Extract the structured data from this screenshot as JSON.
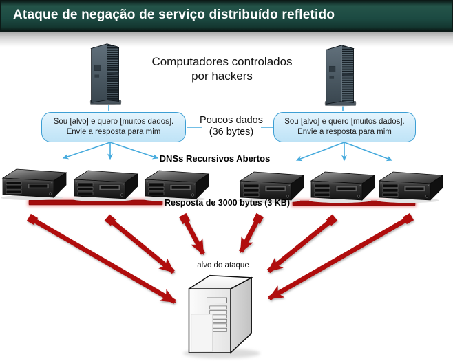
{
  "header": {
    "title": "Ataque de negação de serviço distribuído refletido"
  },
  "hackers_label": {
    "line1": "Computadores controlados",
    "line2": "por hackers"
  },
  "request_bubble": {
    "line1": "Sou [alvo] e quero [muitos dados].",
    "line2": "Envie a resposta para mim"
  },
  "small_data_label": {
    "line1": "Poucos dados",
    "line2": "(36 bytes)"
  },
  "dns_label": "DNSs Recursivos Abertos",
  "response_label": "Resposta de 3000 bytes (3 KB)",
  "target_label": "alvo do ataque",
  "icons": {
    "hacker_computer": "tower-server-icon",
    "dns_server": "rack-server-icon",
    "target_computer": "tower-pc-icon",
    "attack_arrow": "red-arrow-icon",
    "query_arrow": "blue-arrow-icon"
  },
  "colors": {
    "header_bg": "#1c4a42",
    "connector_blue": "#45aadd",
    "bubble_fill": "#cdeafa",
    "bubble_border": "#3d9fd4",
    "attack_red": "#b01010",
    "bar_red": "#a30d0d"
  }
}
